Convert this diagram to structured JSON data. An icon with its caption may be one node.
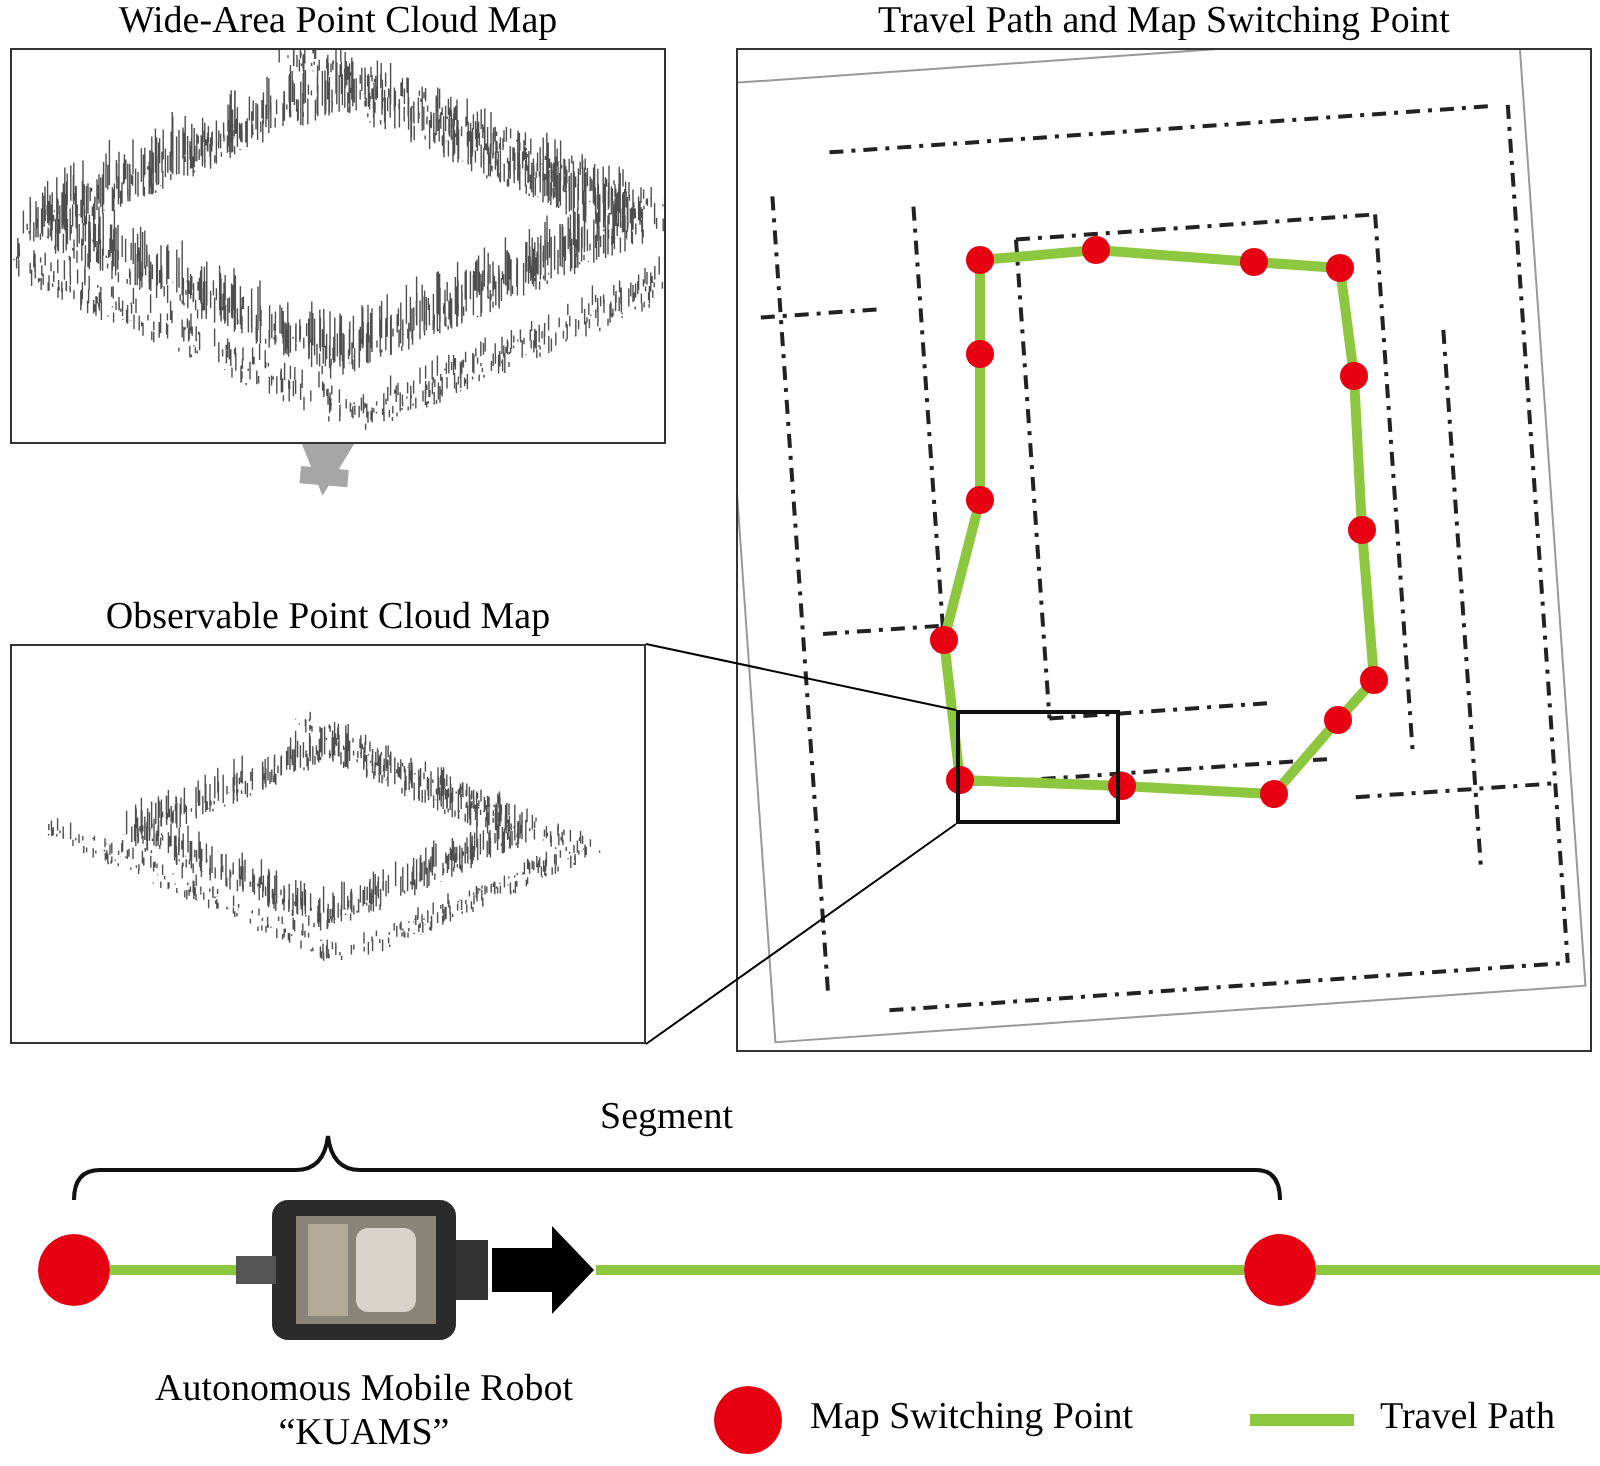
{
  "diagram": {
    "nodes": [
      {
        "text": [
          "Wide-Area Point Cloud Map"
        ]
      },
      {
        "text": [
          "Observable Point Cloud Map"
        ]
      },
      {
        "text": [
          "Travel Path and Map Switching Point"
        ]
      },
      {
        "text": [],
        "shape": "box",
        "in": 2
      },
      {
        "text": [],
        "shape": "circle"
      },
      {
        "text": [],
        "shape": "picture",
        "beside": [
          "Autonomous Mobile Robot “KUAMS”"
        ]
      },
      {
        "text": [],
        "shape": "circle"
      }
    ],
    "edges": [
      {
        "from": 0,
        "to": 1,
        "arrow": "to",
        "style": "thick",
        "color": "#a6a6a6"
      },
      {
        "from": 3,
        "to": 1,
        "arrow": "none",
        "color": "#000000"
      },
      {
        "from": 3,
        "to": 1,
        "arrow": "none",
        "color": "#000000"
      },
      {
        "from": 4,
        "to": 5,
        "arrow": "none"
      },
      {
        "from": 5,
        "to": 6,
        "arrow": "none"
      },
      {
        "from": 6,
        "to": null,
        "arrow": "none"
      }
    ],
    "labels": [
      "Segment"
    ],
    "legend": [
      {
        "text": "Map Switching Point"
      },
      {
        "text": "Travel Path"
      }
    ]
  }
}
